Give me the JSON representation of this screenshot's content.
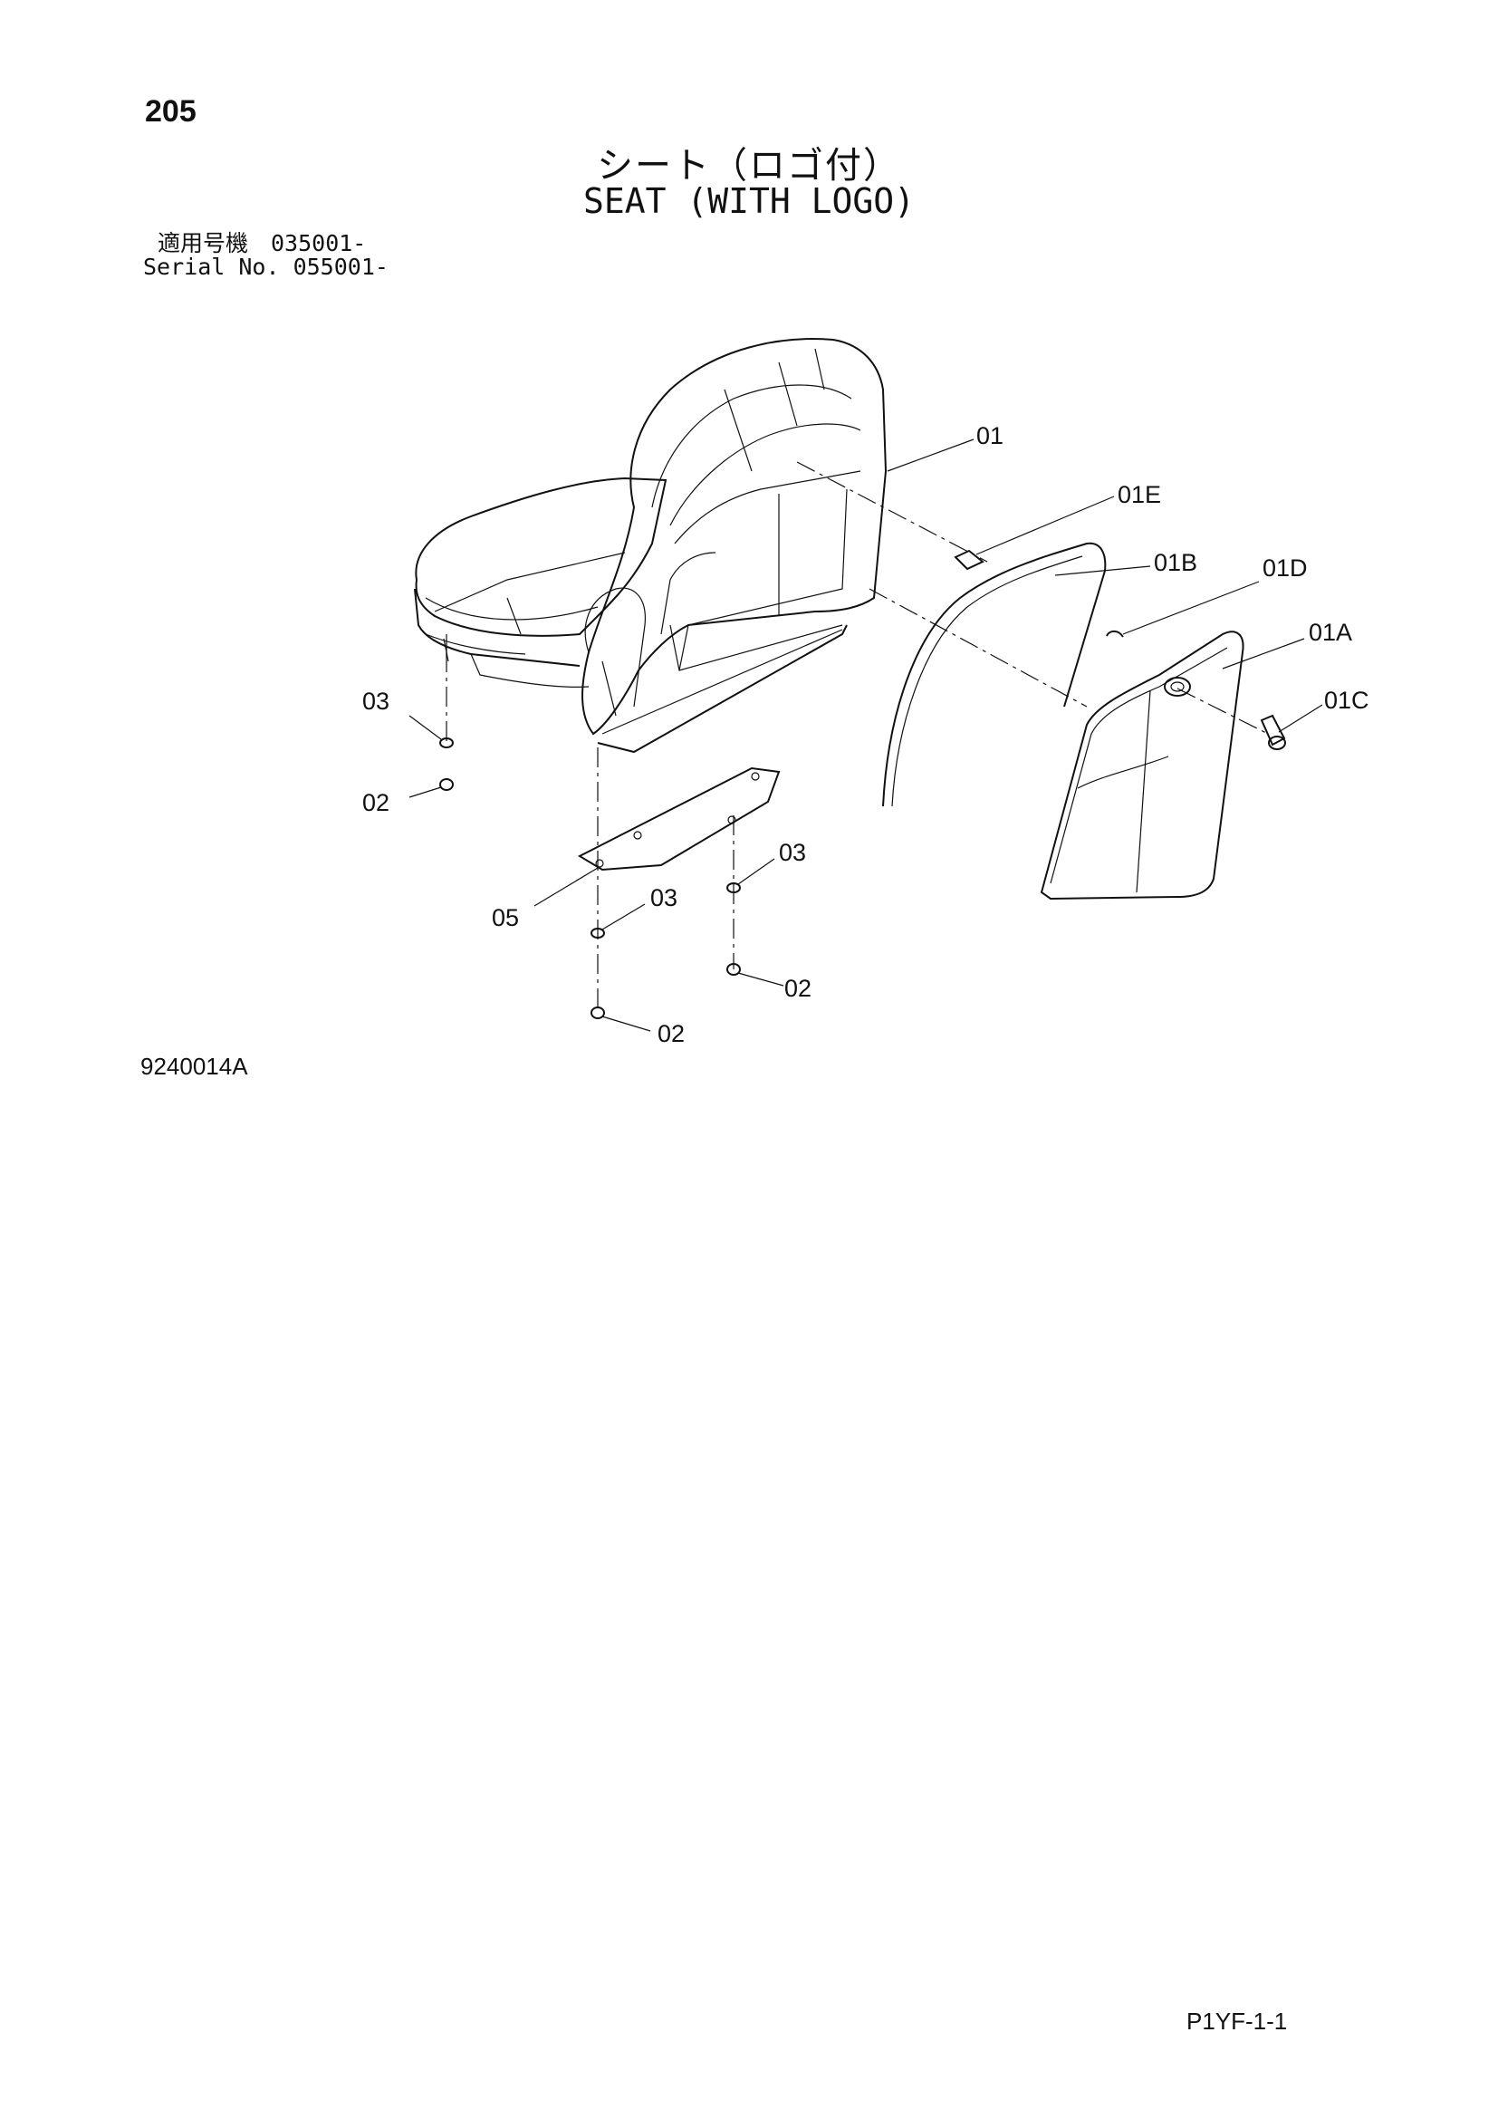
{
  "header": {
    "page_number": "205",
    "title_jp": "シート（ロゴ付）",
    "title_en": "SEAT (WITH LOGO)",
    "serial_line_1": "適用号機　035001-",
    "serial_line_2": "Serial No. 055001-"
  },
  "callouts": {
    "c01": "01",
    "c01E": "01E",
    "c01B": "01B",
    "c01D": "01D",
    "c01A": "01A",
    "c01C": "01C",
    "c03_left": "03",
    "c02_left": "02",
    "c05": "05",
    "c03_mid": "03",
    "c03_right": "03",
    "c02_right": "02",
    "c02_bottom": "02"
  },
  "footer": {
    "drawing_id": "9240014A",
    "sheet_id": "P1YF-1-1"
  }
}
